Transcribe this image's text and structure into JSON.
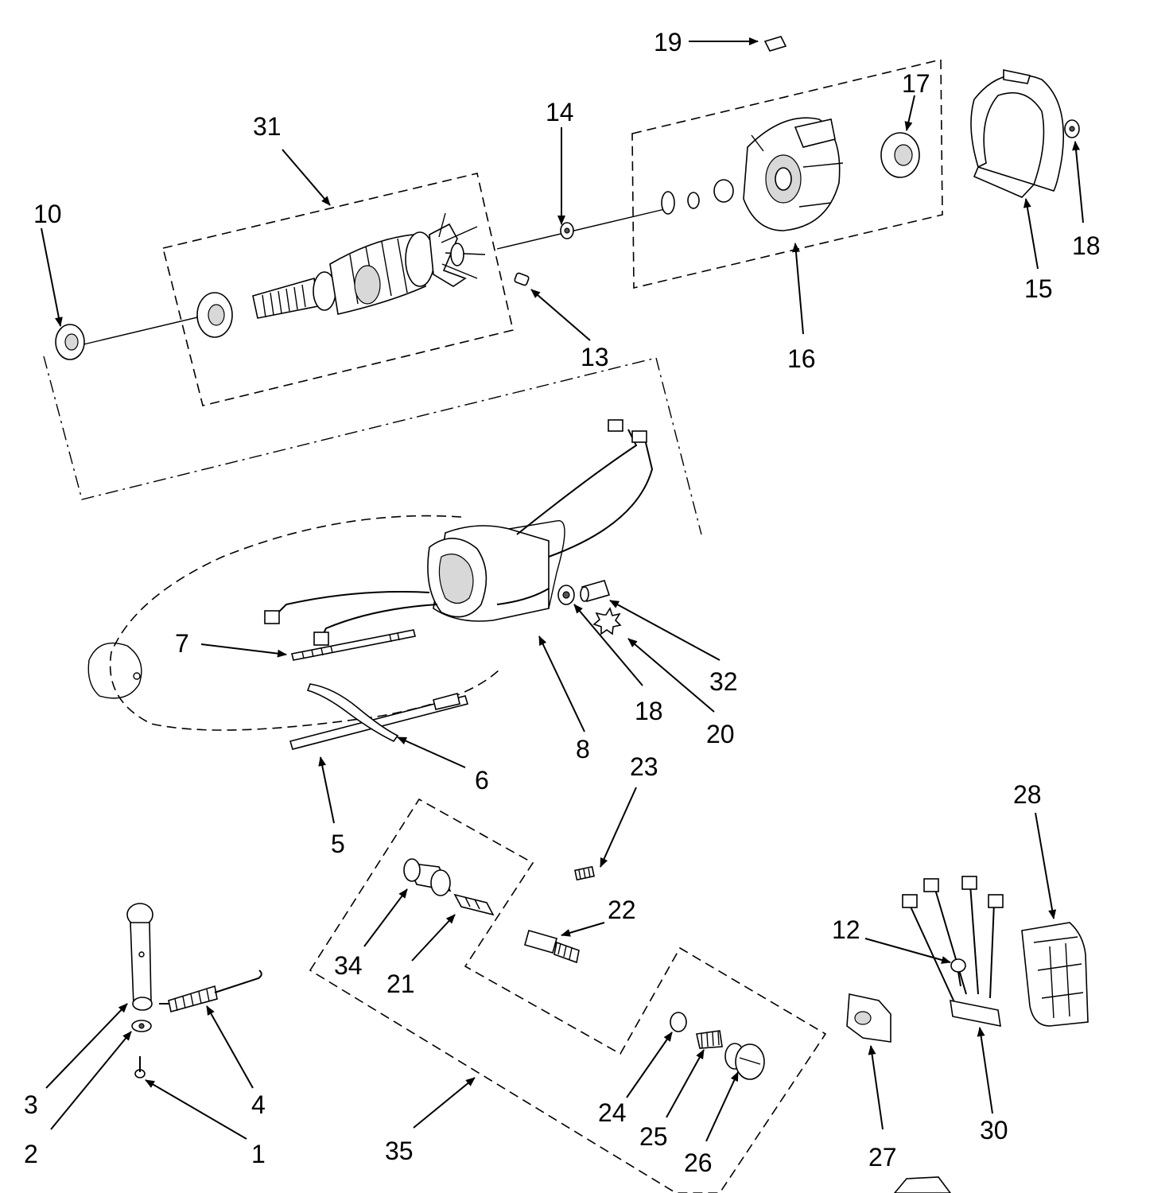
{
  "callouts": [
    {
      "id": "c1",
      "text": "1"
    },
    {
      "id": "c2",
      "text": "2"
    },
    {
      "id": "c3",
      "text": "3"
    },
    {
      "id": "c4",
      "text": "4"
    },
    {
      "id": "c5",
      "text": "5"
    },
    {
      "id": "c6",
      "text": "6"
    },
    {
      "id": "c7",
      "text": "7"
    },
    {
      "id": "c8",
      "text": "8"
    },
    {
      "id": "c10",
      "text": "10"
    },
    {
      "id": "c12",
      "text": "12"
    },
    {
      "id": "c13",
      "text": "13"
    },
    {
      "id": "c14",
      "text": "14"
    },
    {
      "id": "c15",
      "text": "15"
    },
    {
      "id": "c16",
      "text": "16"
    },
    {
      "id": "c17",
      "text": "17"
    },
    {
      "id": "c18a",
      "text": "18"
    },
    {
      "id": "c18b",
      "text": "18"
    },
    {
      "id": "c19",
      "text": "19"
    },
    {
      "id": "c20",
      "text": "20"
    },
    {
      "id": "c21",
      "text": "21"
    },
    {
      "id": "c22",
      "text": "22"
    },
    {
      "id": "c23",
      "text": "23"
    },
    {
      "id": "c24",
      "text": "24"
    },
    {
      "id": "c25",
      "text": "25"
    },
    {
      "id": "c26",
      "text": "26"
    },
    {
      "id": "c27",
      "text": "27"
    },
    {
      "id": "c28",
      "text": "28"
    },
    {
      "id": "c30",
      "text": "30"
    },
    {
      "id": "c31",
      "text": "31"
    },
    {
      "id": "c32",
      "text": "32"
    },
    {
      "id": "c34",
      "text": "34"
    },
    {
      "id": "c35",
      "text": "35"
    }
  ]
}
